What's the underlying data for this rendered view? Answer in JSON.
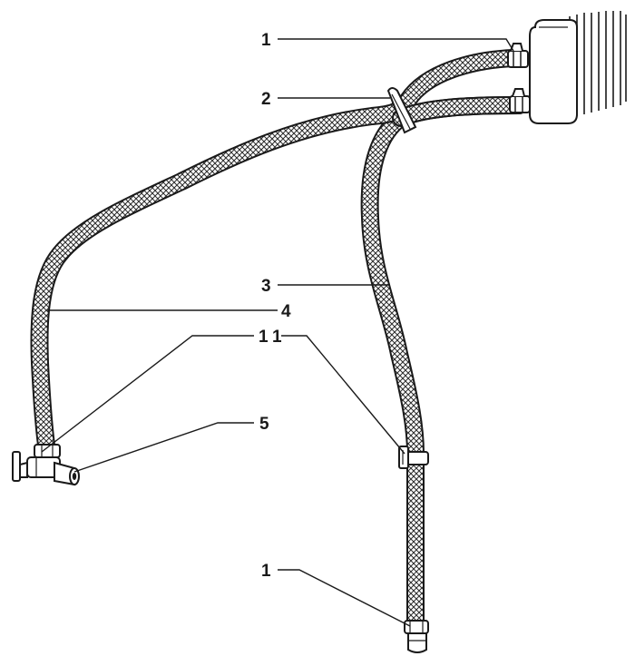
{
  "callouts": [
    {
      "id": "c1a",
      "label": "1"
    },
    {
      "id": "c2",
      "label": "2"
    },
    {
      "id": "c3",
      "label": "3"
    },
    {
      "id": "c4",
      "label": "4"
    },
    {
      "id": "c1b",
      "label": "1"
    },
    {
      "id": "c1c",
      "label": "1"
    },
    {
      "id": "c5",
      "label": "5"
    },
    {
      "id": "c1d",
      "label": "1"
    }
  ],
  "colors": {
    "line": "#1a1a1a",
    "background": "#ffffff"
  }
}
